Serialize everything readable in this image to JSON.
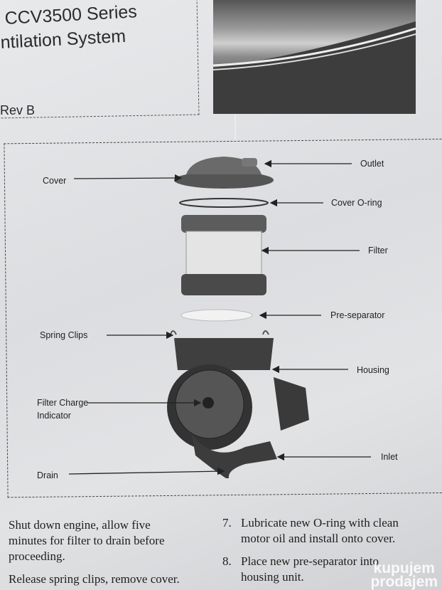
{
  "header": {
    "title_line1": "CCV3500 Series",
    "title_line2": "ntilation System",
    "revision": "Rev B"
  },
  "diagram": {
    "labels": {
      "outlet": "Outlet",
      "cover": "Cover",
      "cover_oring": "Cover O-ring",
      "filter": "Filter",
      "pre_separator": "Pre-separator",
      "spring_clips": "Spring Clips",
      "housing": "Housing",
      "filter_charge_indicator_1": "Filter Charge",
      "filter_charge_indicator_2": "Indicator",
      "inlet": "Inlet",
      "drain": "Drain"
    }
  },
  "steps": {
    "left": [
      {
        "text_lines": [
          "Shut down engine, allow five",
          "minutes for filter to drain before",
          "proceeding."
        ]
      },
      {
        "text_lines": [
          "Release spring clips, remove cover."
        ]
      }
    ],
    "right": [
      {
        "number": "7.",
        "text_lines": [
          "Lubricate new O-ring with clean",
          "motor oil and install onto cover."
        ]
      },
      {
        "number": "8.",
        "text_lines": [
          "Place new pre-separator into",
          "housing unit."
        ]
      }
    ]
  },
  "watermark": [
    "kupujem",
    "prodajem"
  ]
}
